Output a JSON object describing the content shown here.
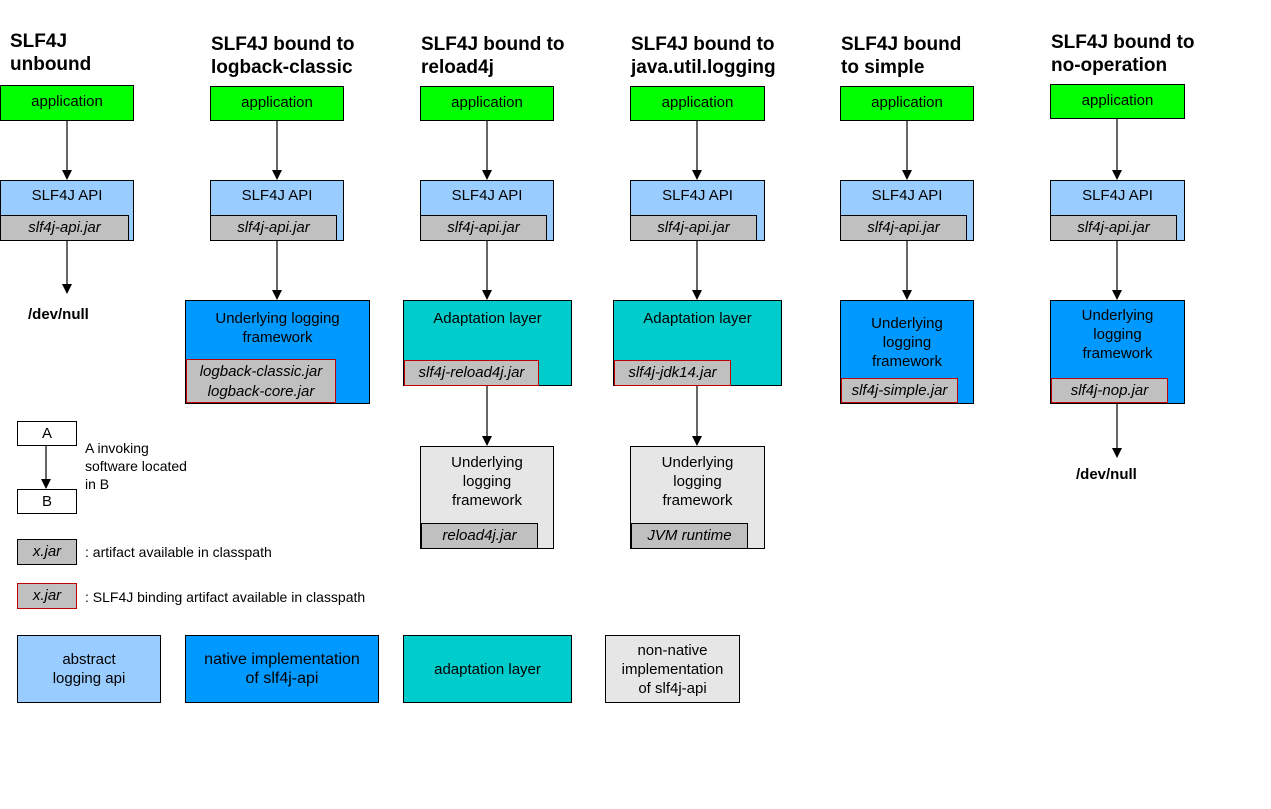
{
  "columns": [
    {
      "title_line1": "SLF4J",
      "title_line2": "unbound",
      "application": "application",
      "api": "SLF4J API",
      "api_jar": "slf4j-api.jar",
      "dev_null": "/dev/null"
    },
    {
      "title_line1": "SLF4J bound to",
      "title_line2": "logback-classic",
      "application": "application",
      "api": "SLF4J API",
      "api_jar": "slf4j-api.jar",
      "framework_line1": "Underlying logging",
      "framework_line2": "framework",
      "jar_line1": "logback-classic.jar",
      "jar_line2": "logback-core.jar"
    },
    {
      "title_line1": "SLF4J bound to",
      "title_line2": "reload4j",
      "application": "application",
      "api": "SLF4J API",
      "api_jar": "slf4j-api.jar",
      "adaptation": "Adaptation layer",
      "adaptation_jar": "slf4j-reload4j.jar",
      "framework_line1": "Underlying",
      "framework_line2": "logging",
      "framework_line3": "framework",
      "framework_jar": "reload4j.jar"
    },
    {
      "title_line1": "SLF4J bound to",
      "title_line2": "java.util.logging",
      "application": "application",
      "api": "SLF4J API",
      "api_jar": "slf4j-api.jar",
      "adaptation": "Adaptation layer",
      "adaptation_jar": "slf4j-jdk14.jar",
      "framework_line1": "Underlying",
      "framework_line2": "logging",
      "framework_line3": "framework",
      "framework_jar": "JVM runtime"
    },
    {
      "title_line1": "SLF4J bound",
      "title_line2": "to simple",
      "application": "application",
      "api": "SLF4J API",
      "api_jar": "slf4j-api.jar",
      "framework_line1": "Underlying",
      "framework_line2": "logging",
      "framework_line3": "framework",
      "framework_jar": "slf4j-simple.jar"
    },
    {
      "title_line1": "SLF4J bound to",
      "title_line2": "no-operation",
      "application": "application",
      "api": "SLF4J API",
      "api_jar": "slf4j-api.jar",
      "framework_line1": "Underlying",
      "framework_line2": "logging",
      "framework_line3": "framework",
      "framework_jar": "slf4j-nop.jar",
      "dev_null": "/dev/null"
    }
  ],
  "legend": {
    "box_a": "A",
    "box_b": "B",
    "invoke_line1": "A invoking",
    "invoke_line2": "software located",
    "invoke_line3": "in B",
    "jar_sample": "x.jar",
    "jar_desc": ": artifact available in classpath",
    "binding_sample": "x.jar",
    "binding_desc": ": SLF4J binding artifact available in classpath",
    "abstract_line1": "abstract",
    "abstract_line2": "logging api",
    "native_line1": "native implementation",
    "native_line2": "of slf4j-api",
    "adaptation": "adaptation layer",
    "nonnative_line1": "non-native",
    "nonnative_line2": "implementation",
    "nonnative_line3": "of slf4j-api"
  },
  "colors": {
    "application": "#00ff00",
    "abstract_api": "#99ccff",
    "native": "#0099ff",
    "adaptation": "#00cccc",
    "non_native": "#e6e6e6",
    "jar": "#c0c0c0",
    "binding_border": "#c00000"
  }
}
